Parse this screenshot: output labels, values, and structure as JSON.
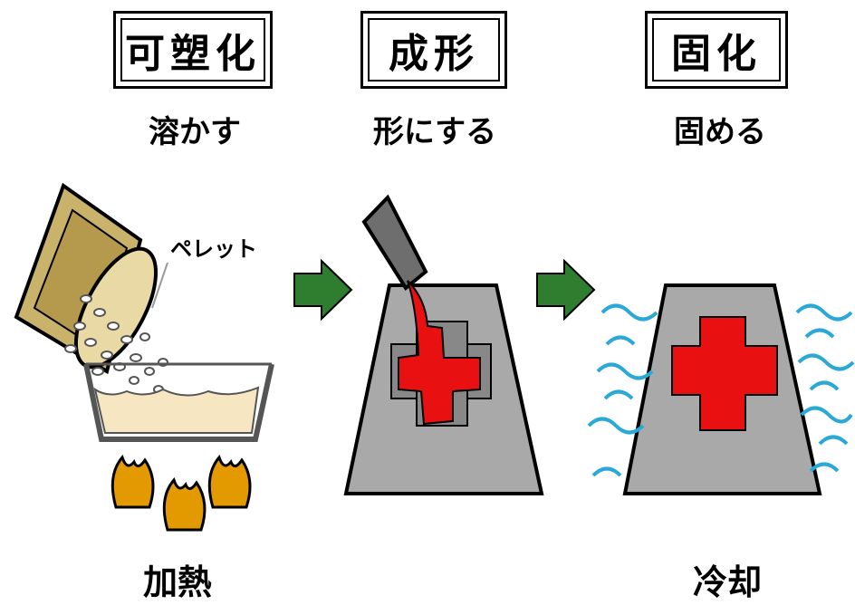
{
  "stages": [
    {
      "title": "可塑化",
      "subtitle": "溶かす"
    },
    {
      "title": "成形",
      "subtitle": "形にする"
    },
    {
      "title": "固化",
      "subtitle": "固める"
    }
  ],
  "labels": {
    "pellet": "ペレット",
    "heating": "加熱",
    "cooling": "冷却"
  },
  "colors": {
    "arrow_green": "#2f7d2f",
    "mold_gray": "#a9a9a9",
    "resin_red": "#e81010",
    "bag_tan": "#c9b26a",
    "melt_cream": "#f6e6c2",
    "flame_orange": "#e39a00",
    "water_blue": "#2aa8d8"
  }
}
